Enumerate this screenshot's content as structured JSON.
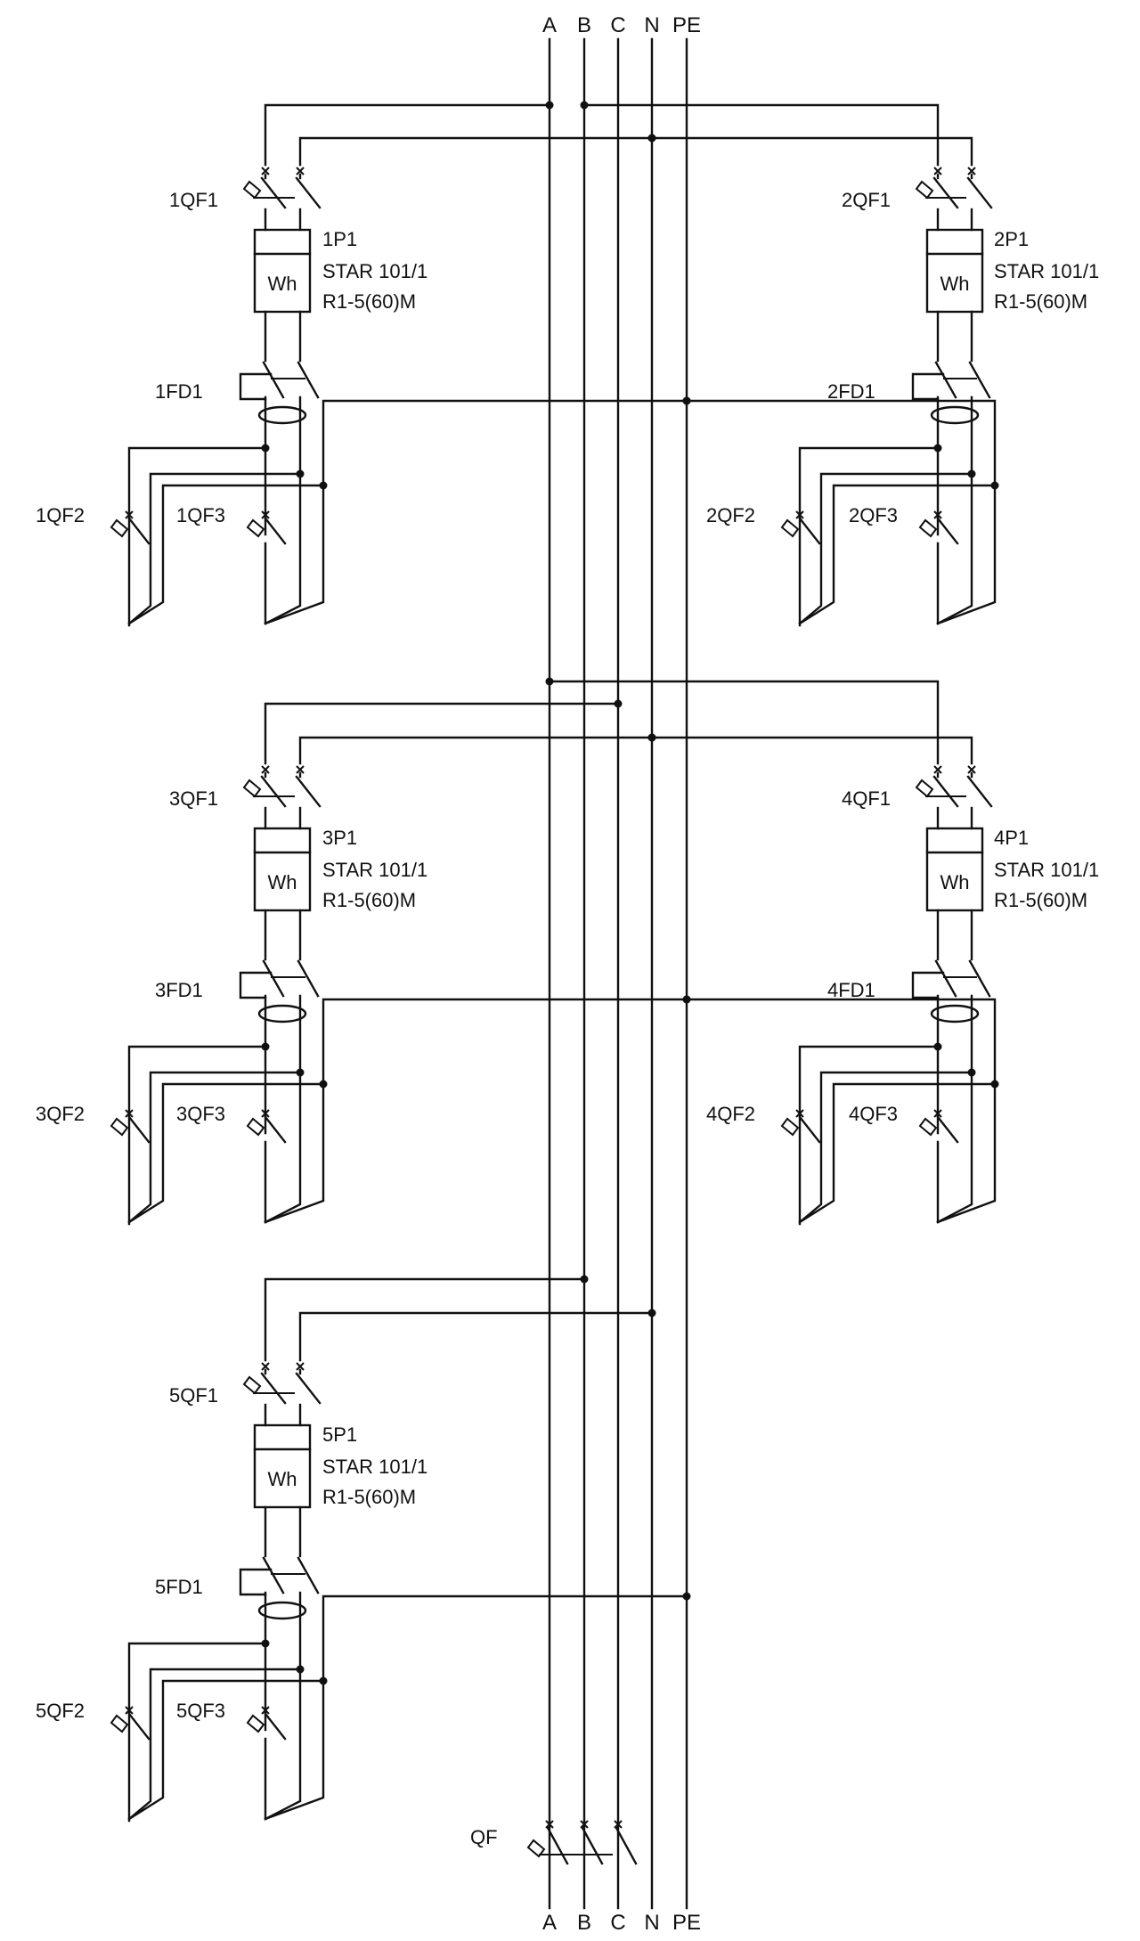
{
  "buses": {
    "top": [
      "A",
      "B",
      "C",
      "N",
      "PE"
    ],
    "bottom": [
      "A",
      "B",
      "C",
      "N",
      "PE"
    ]
  },
  "meter_symbol": "Wh",
  "units": [
    {
      "qf1": "1QF1",
      "meter": "1P1",
      "model": "STAR 101/1",
      "rating": "R1-5(60)M",
      "rcd": "1FD1",
      "qf2": "1QF2",
      "qf3": "1QF3"
    },
    {
      "qf1": "2QF1",
      "meter": "2P1",
      "model": "STAR 101/1",
      "rating": "R1-5(60)M",
      "rcd": "2FD1",
      "qf2": "2QF2",
      "qf3": "2QF3"
    },
    {
      "qf1": "3QF1",
      "meter": "3P1",
      "model": "STAR 101/1",
      "rating": "R1-5(60)M",
      "rcd": "3FD1",
      "qf2": "3QF2",
      "qf3": "3QF3"
    },
    {
      "qf1": "4QF1",
      "meter": "4P1",
      "model": "STAR 101/1",
      "rating": "R1-5(60)M",
      "rcd": "4FD1",
      "qf2": "4QF2",
      "qf3": "4QF3"
    },
    {
      "qf1": "5QF1",
      "meter": "5P1",
      "model": "STAR 101/1",
      "rating": "R1-5(60)M",
      "rcd": "5FD1",
      "qf2": "5QF2",
      "qf3": "5QF3"
    }
  ],
  "main_breaker": "QF"
}
